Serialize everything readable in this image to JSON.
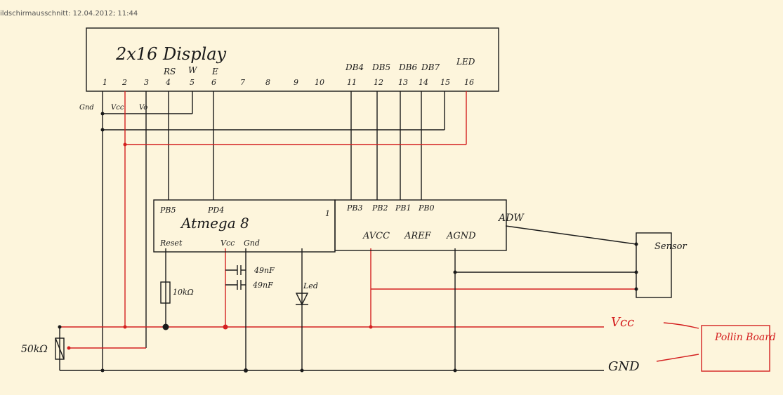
{
  "caption": "ildschirmausschnitt: 12.04.2012; 11:44",
  "display": {
    "title": "2x16 Display",
    "pins": [
      "1",
      "2",
      "3",
      "4",
      "5",
      "6",
      "7",
      "8",
      "9",
      "10",
      "11",
      "12",
      "13",
      "14",
      "15",
      "16"
    ],
    "pin_labels": {
      "rs": "RS",
      "w": "W",
      "e": "E",
      "db4": "DB4",
      "db5": "DB5",
      "db6": "DB6",
      "db7": "DB7",
      "led": "LED"
    },
    "side_labels": {
      "gnd": "Gnd",
      "vcc": "Vcc",
      "vo": "Vo"
    }
  },
  "mcu": {
    "title": "Atmega 8",
    "pins_top": {
      "pb5": "PB5",
      "pd4": "PD4",
      "one": "1",
      "pb3": "PB3",
      "pb2": "PB2",
      "pb1": "PB1",
      "pb0": "PB0"
    },
    "pins_bottom": {
      "reset": "Reset",
      "vcc": "Vcc",
      "gnd": "Gnd",
      "avcc": "AVCC",
      "aref": "AREF",
      "agnd": "AGND"
    },
    "adw": "ADW"
  },
  "components": {
    "r_reset": "10kΩ",
    "c1": "49nF",
    "c2": "49nF",
    "led": "Led",
    "pot": "50kΩ"
  },
  "sensor": "Sensor",
  "rails": {
    "vcc": "Vcc",
    "gnd": "GND"
  },
  "board": "Pollin Board",
  "colors": {
    "ink": "#1a1a1a",
    "red": "#d42020",
    "paper": "#fdf5dc"
  }
}
